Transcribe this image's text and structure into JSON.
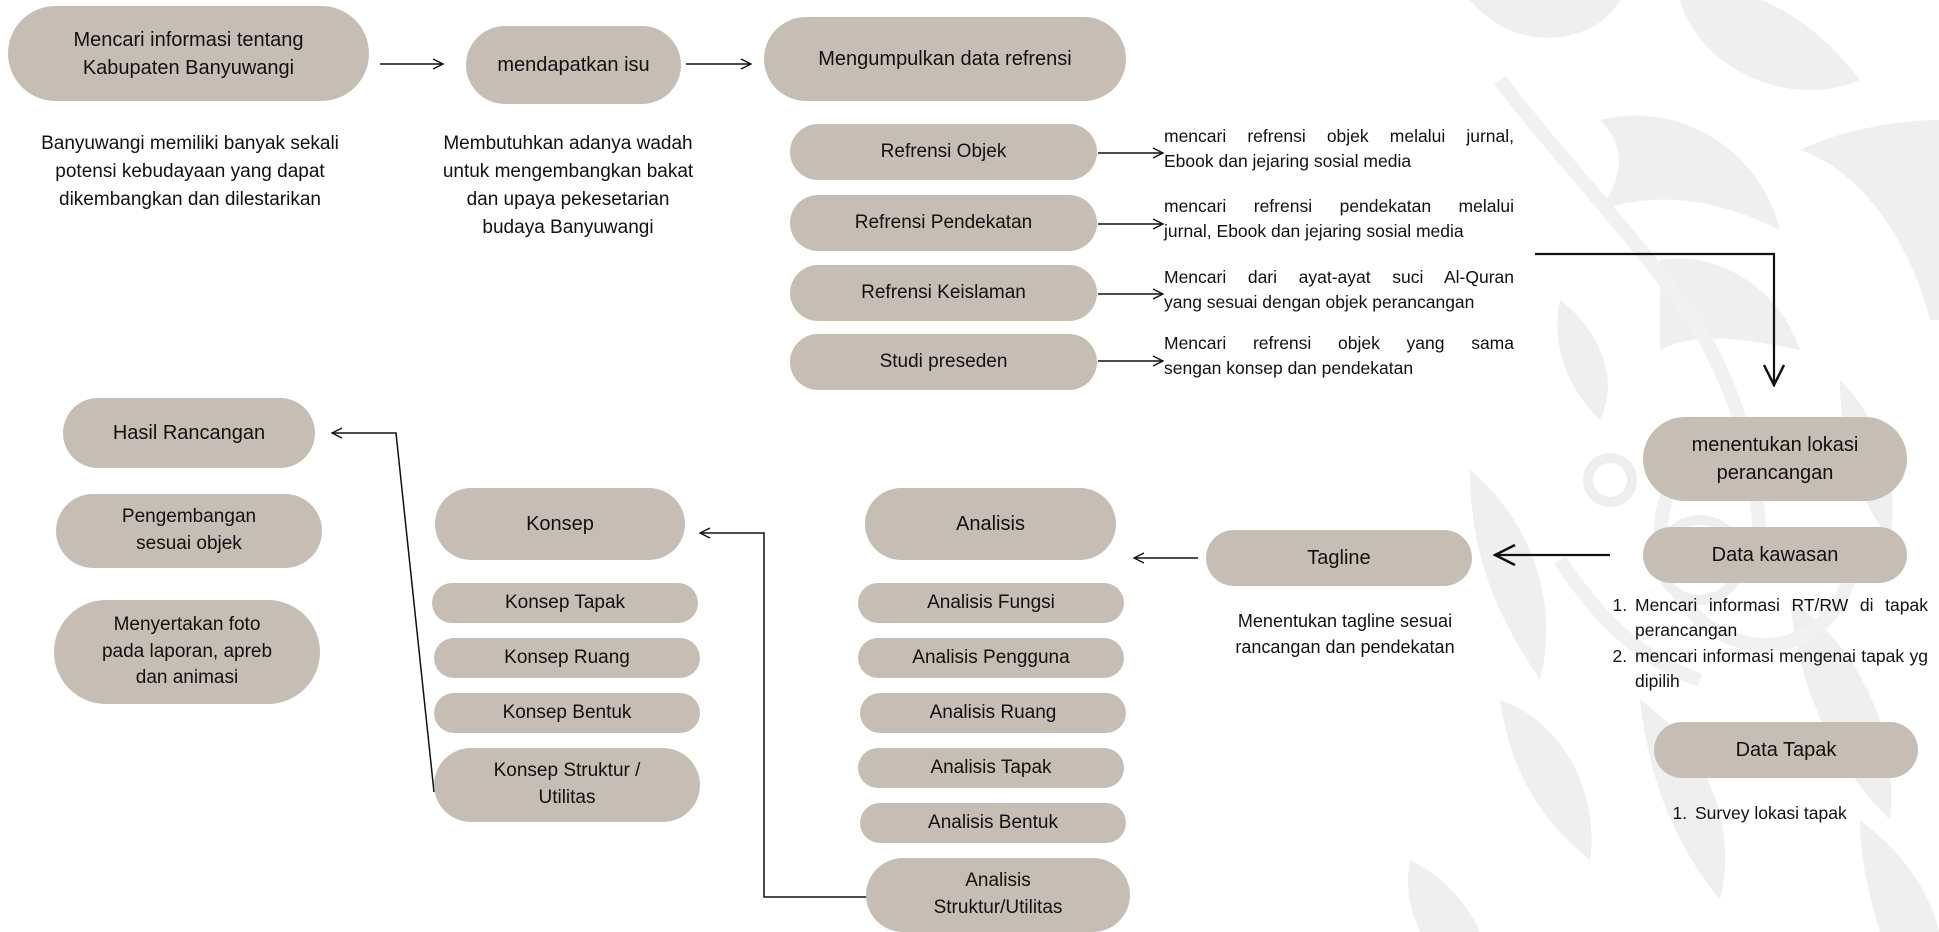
{
  "colors": {
    "node_fill": "#c6beb4",
    "line": "#111111",
    "watermark": "#efefef"
  },
  "top": {
    "node1": "Mencari informasi tentang\nKabupaten Banyuwangi",
    "node1_desc": "Banyuwangi memiliki banyak sekali\npotensi kebudayaan yang dapat\ndikembangkan dan dilestarikan",
    "node2": "mendapatkan isu",
    "node2_desc": "Membutuhkan adanya wadah\nuntuk mengembangkan bakat\ndan upaya pekesetarian\nbudaya Banyuwangi",
    "node3": "Mengumpulkan data refrensi"
  },
  "references": [
    {
      "label": "Refrensi Objek",
      "desc_line1": "mencari refrensi objek melalui jurnal,",
      "desc_line2": "Ebook dan jejaring sosial media"
    },
    {
      "label": "Refrensi Pendekatan",
      "desc_line1": "mencari refrensi pendekatan melalui",
      "desc_line2": "jurnal, Ebook dan jejaring sosial media"
    },
    {
      "label": "Refrensi Keislaman",
      "desc_line1": "Mencari dari ayat-ayat suci Al-Quran",
      "desc_line2": "yang sesuai dengan objek perancangan"
    },
    {
      "label": "Studi preseden",
      "desc_line1": "Mencari refrensi objek yang sama",
      "desc_line2": "sengan konsep dan pendekatan"
    }
  ],
  "location": {
    "title": "menentukan lokasi\nperancangan",
    "data_kawasan": "Data kawasan",
    "kawasan_items": [
      "Mencari informasi RT/RW di tapak perancangan",
      "mencari informasi mengenai tapak yg dipilih"
    ],
    "data_tapak": "Data Tapak",
    "tapak_items": [
      "Survey lokasi tapak"
    ]
  },
  "tagline": {
    "label": "Tagline",
    "desc": "Menentukan tagline sesuai\nrancangan dan pendekatan"
  },
  "analysis": {
    "title": "Analisis",
    "items": [
      "Analisis Fungsi",
      "Analisis Pengguna",
      "Analisis Ruang",
      "Analisis Tapak",
      "Analisis Bentuk",
      "Analisis\nStruktur/Utilitas"
    ]
  },
  "concept": {
    "title": "Konsep",
    "items": [
      "Konsep Tapak",
      "Konsep Ruang",
      "Konsep Bentuk",
      "Konsep Struktur /\nUtilitas"
    ]
  },
  "results": {
    "title": "Hasil Rancangan",
    "items": [
      "Pengembangan\nsesuai objek",
      "Menyertakan foto\npada laporan, apreb\ndan animasi"
    ]
  }
}
